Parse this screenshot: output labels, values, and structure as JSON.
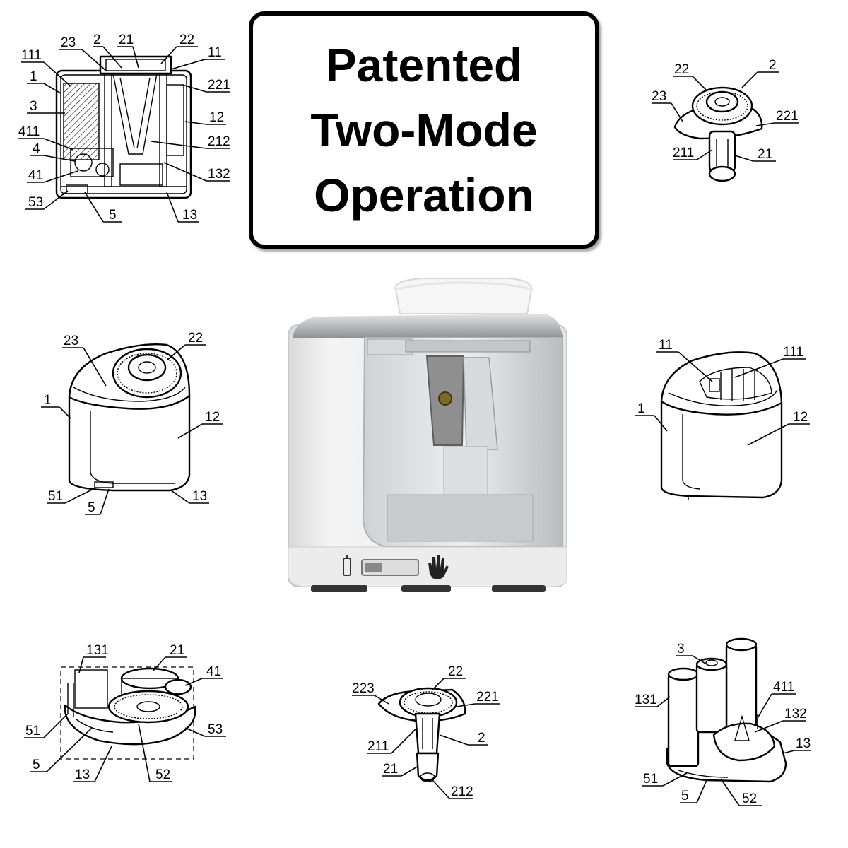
{
  "title": {
    "line1": "Patented",
    "line2": "Two-Mode",
    "line3": "Operation"
  },
  "figures": {
    "cross_section": {
      "labels": [
        "111",
        "23",
        "2",
        "21",
        "22",
        "11",
        "1",
        "221",
        "3",
        "12",
        "411",
        "212",
        "4",
        "132",
        "41",
        "53",
        "5",
        "13"
      ]
    },
    "sharpener_top": {
      "labels": [
        "22",
        "2",
        "23",
        "221",
        "211",
        "21"
      ]
    },
    "housing_closed": {
      "labels": [
        "23",
        "22",
        "1",
        "12",
        "51",
        "5",
        "13"
      ]
    },
    "housing_open": {
      "labels": [
        "11",
        "111",
        "1",
        "12"
      ]
    },
    "base_gears": {
      "labels": [
        "131",
        "21",
        "41",
        "51",
        "53",
        "5",
        "13",
        "52"
      ]
    },
    "blade_unit": {
      "labels": [
        "22",
        "223",
        "221",
        "211",
        "2",
        "21",
        "212"
      ]
    },
    "base_interior": {
      "labels": [
        "3",
        "131",
        "411",
        "132",
        "13",
        "51",
        "5",
        "52"
      ]
    }
  }
}
